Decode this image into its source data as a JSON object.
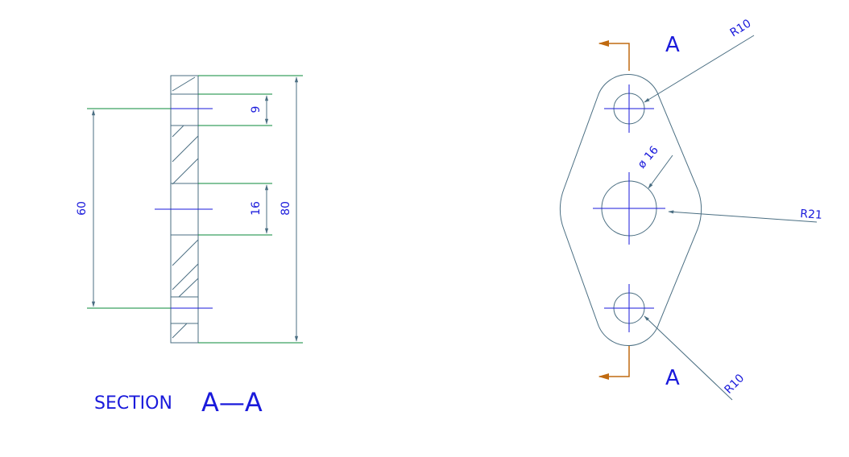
{
  "colors": {
    "outline": "#4a6e82",
    "dim_line": "#0a8a3a",
    "center_line": "#1a1adb",
    "arrow": "#4a6e82",
    "section_arrow": "#c06a10",
    "text": "#1a1adb"
  },
  "section_view": {
    "caption_word": "SECTION",
    "caption_letters": "A—A",
    "dim_60": "60",
    "dim_9": "9",
    "dim_16": "16",
    "dim_80": "80"
  },
  "plan_view": {
    "label_a_top": "A",
    "label_a_bottom": "A",
    "label_r10_top": "R10",
    "label_dia16": "ø 16",
    "label_r21": "R21",
    "label_r10_bottom": "R10"
  }
}
